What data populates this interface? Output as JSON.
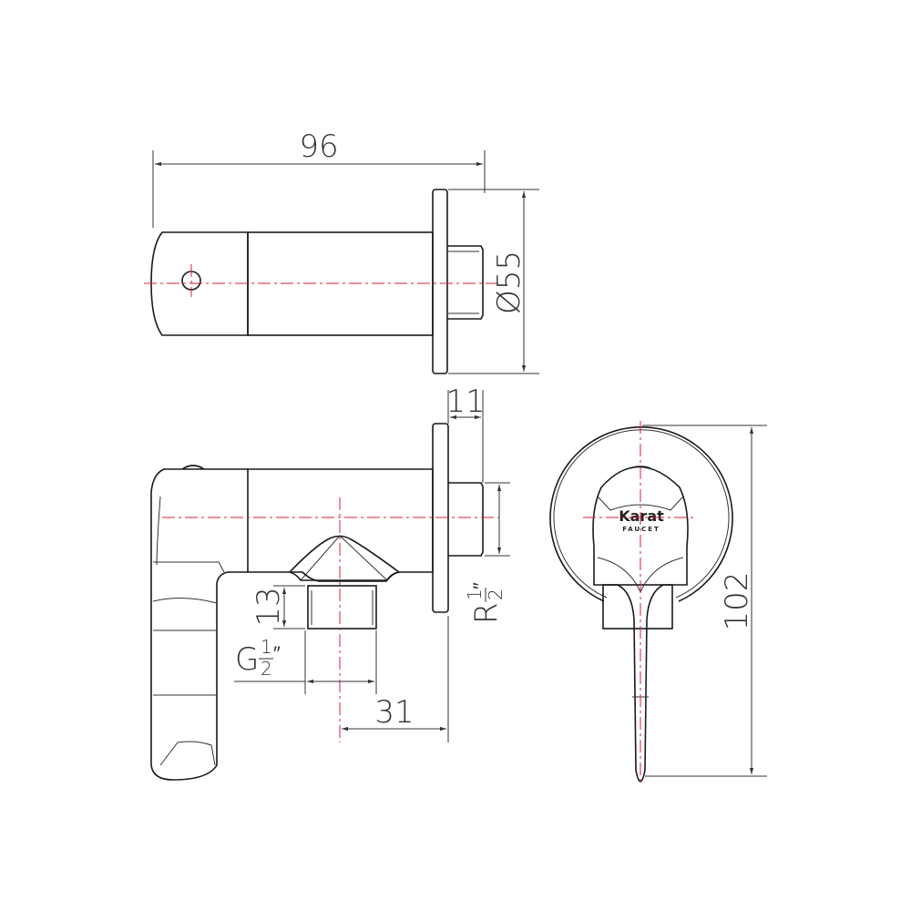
{
  "dimensions": {
    "length": "96",
    "diameter": "Ø55",
    "flange_depth": "11",
    "outlet_height": "13",
    "outlet_thread": {
      "letter": "G",
      "fraction_num": "1",
      "fraction_den": "2",
      "unit": "″"
    },
    "inlet_thread": {
      "letter": "R",
      "fraction_num": "1",
      "fraction_den": "2",
      "unit": "″"
    },
    "outlet_offset": "31",
    "total_height": "102"
  },
  "logo": {
    "brand": "Karat",
    "sub": "FAUCET"
  },
  "colors": {
    "line": "#1a1a1a",
    "centerline": "#d0223a"
  }
}
